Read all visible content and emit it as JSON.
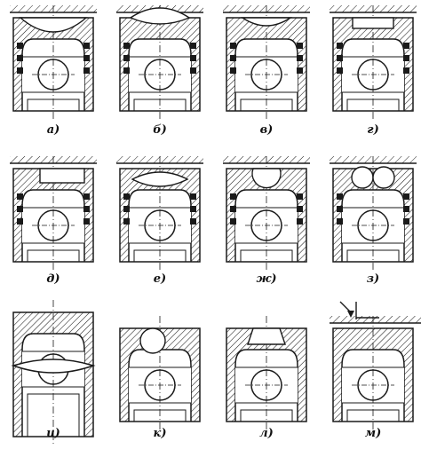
{
  "figure": {
    "panels": [
      {
        "key": "a",
        "label": "а)"
      },
      {
        "key": "b",
        "label": "б)"
      },
      {
        "key": "v",
        "label": "в)"
      },
      {
        "key": "g",
        "label": "г)"
      },
      {
        "key": "d",
        "label": "д)"
      },
      {
        "key": "e",
        "label": "е)"
      },
      {
        "key": "zh",
        "label": "ж)"
      },
      {
        "key": "z",
        "label": "з)"
      },
      {
        "key": "i",
        "label": "и)"
      },
      {
        "key": "k",
        "label": "к)"
      },
      {
        "key": "l",
        "label": "л)"
      },
      {
        "key": "m",
        "label": "м)"
      }
    ]
  },
  "style": {
    "ink": "#1a1a1a",
    "paper": "#ffffff"
  }
}
